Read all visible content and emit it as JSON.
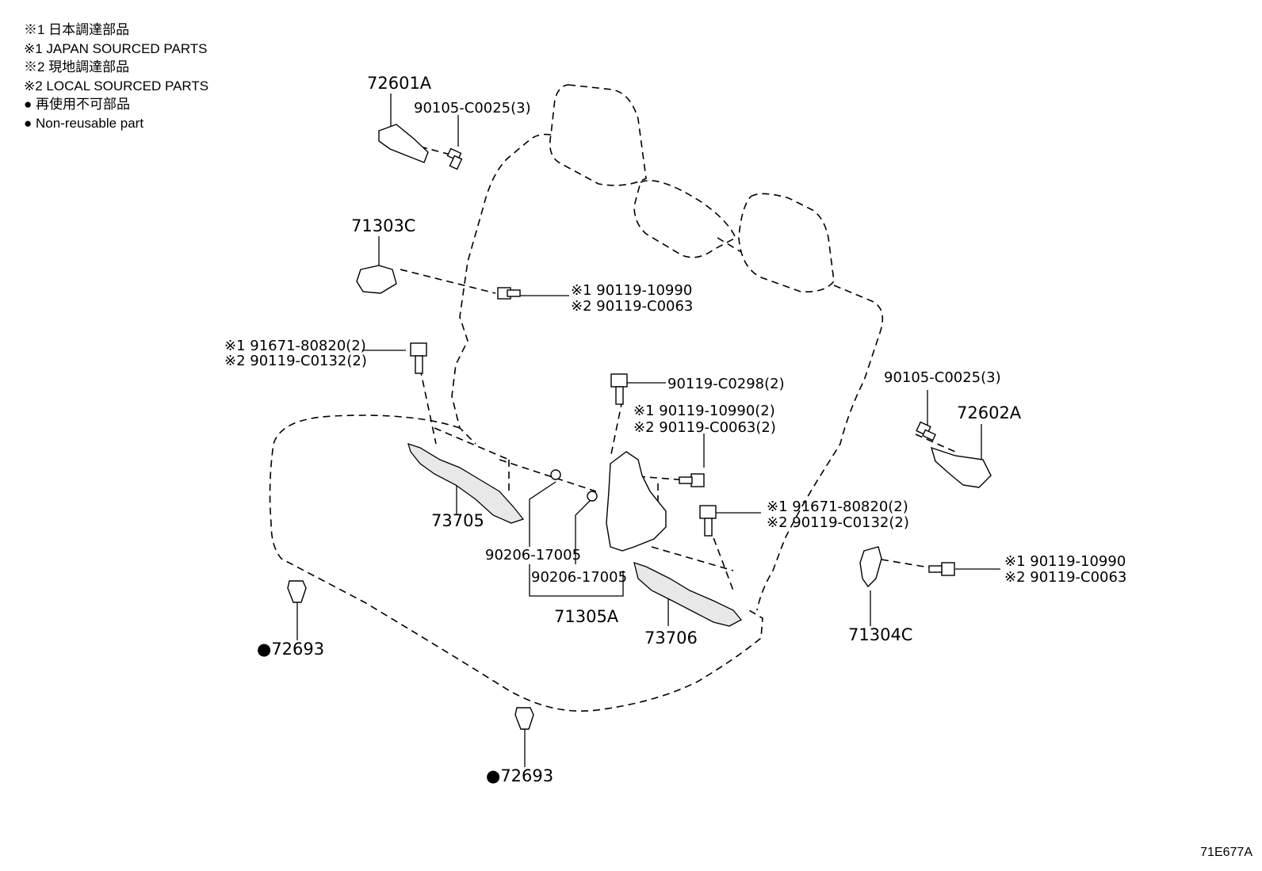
{
  "legend": [
    "※1 日本調達部品",
    "※1 JAPAN SOURCED PARTS",
    "※2 現地調達部品",
    "※2 LOCAL SOURCED PARTS",
    "● 再使用不可部品",
    "● Non-reusable part"
  ],
  "diagram_code": "71E677A",
  "parts": {
    "p72601A": "72601A",
    "p90105_top": "90105-C0025(3)",
    "p71303C": "71303C",
    "p90119_a1": "※1 90119-10990",
    "p90119_a2": "※2 90119-C0063",
    "p91671_l1": "※1 91671-80820(2)",
    "p90119_l2": "※2 90119-C0132(2)",
    "p90119_c0298": "90119-C0298(2)",
    "p90119_c1": "※1 90119-10990(2)",
    "p90119_c2": "※2 90119-C0063(2)",
    "p90105_right": "90105-C0025(3)",
    "p72602A": "72602A",
    "p91671_r1": "※1 91671-80820(2)",
    "p90119_r2": "※2 90119-C0132(2)",
    "p90119_rr1": "※1 90119-10990",
    "p90119_rr2": "※2 90119-C0063",
    "p73705": "73705",
    "p90206_a": "90206-17005",
    "p90206_b": "90206-17005",
    "p71305A": "71305A",
    "p73706": "73706",
    "p71304C": "71304C",
    "p72693_a": "●72693",
    "p72693_b": "●72693"
  }
}
